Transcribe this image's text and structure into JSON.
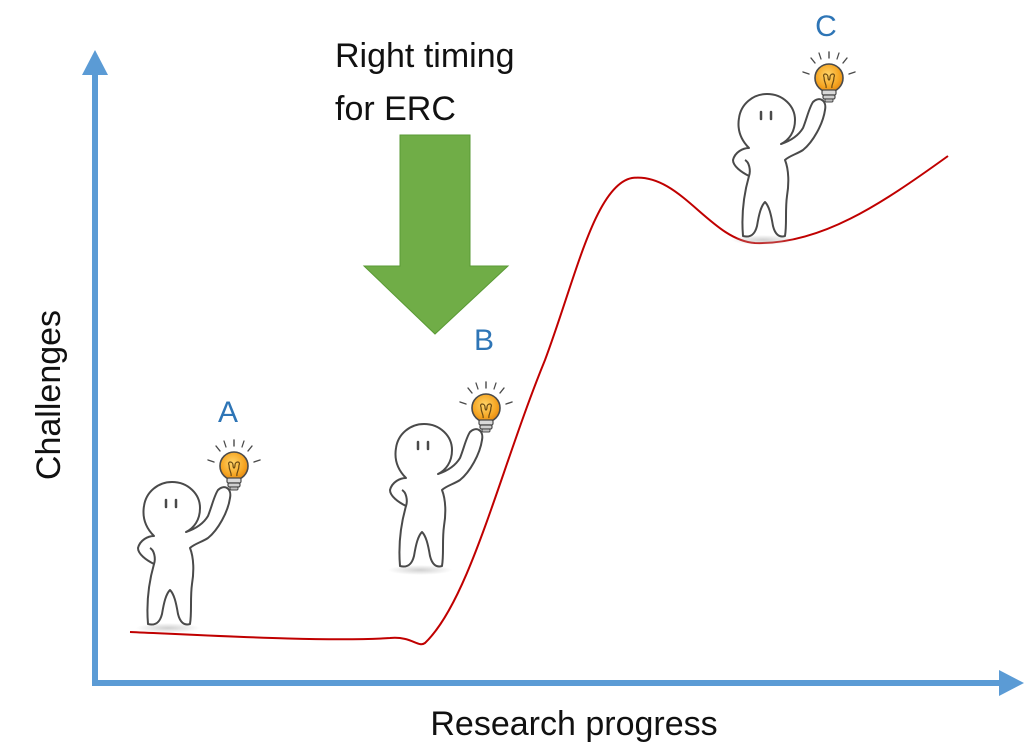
{
  "axes": {
    "y_label": "Challenges",
    "x_label": "Research progress",
    "color": "#5b9bd5"
  },
  "annotation": {
    "line1": "Right timing",
    "line2": "for ERC",
    "arrow_color": "#70ad47"
  },
  "curve": {
    "color": "#c00000"
  },
  "characters": [
    {
      "label": "A"
    },
    {
      "label": "B"
    },
    {
      "label": "C"
    }
  ],
  "label_color": "#2e75b6",
  "bulb_color": "#f6a623"
}
